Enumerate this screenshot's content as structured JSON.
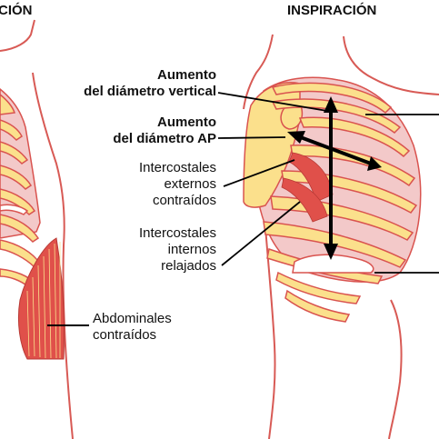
{
  "titles": {
    "left": "CIÓN",
    "right": "INSPIRACIÓN"
  },
  "labels": {
    "vertical_line1": "Aumento",
    "vertical_line2": "del diámetro vertical",
    "ap_line1": "Aumento",
    "ap_line2": "del diámetro AP",
    "ext_line1": "Intercostales",
    "ext_line2": "externos",
    "ext_line3": "contraídos",
    "int_line1": "Intercostales",
    "int_line2": "internos",
    "int_line3": "relajados",
    "abd_line1": "Abdominales",
    "abd_line2": "contraídos"
  },
  "colors": {
    "bone": "#fbe08c",
    "bone_outline": "#d9534f",
    "soft_tissue": "#f3c9c9",
    "muscle": "#e0504a",
    "body_outline": "#d85a55",
    "leader": "#000000"
  }
}
